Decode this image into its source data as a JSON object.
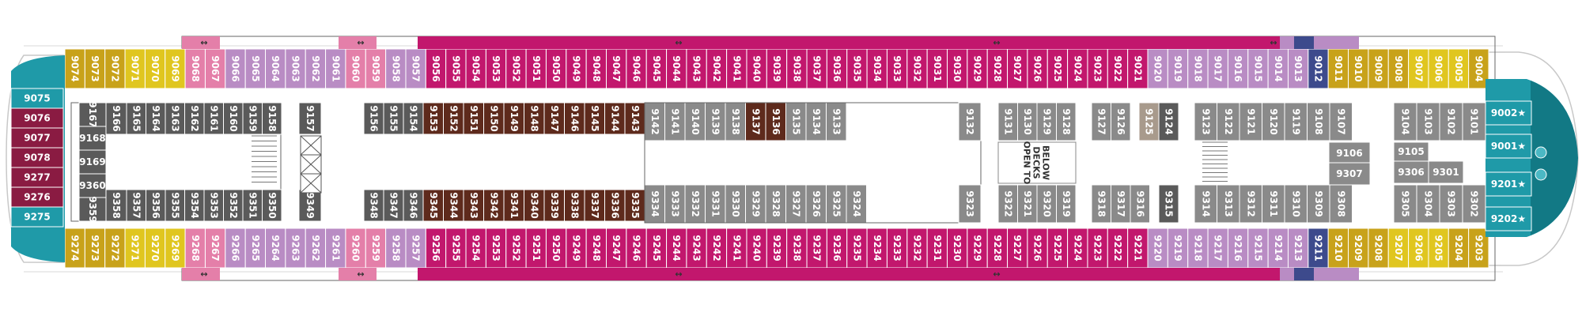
{
  "colors": {
    "magenta": "#c2176d",
    "lavender": "#b98cc4",
    "pink": "#e47fa9",
    "gold": "#c8a21a",
    "yellow": "#e0c61f",
    "navy": "#3d4a8c",
    "teal": "#1f9aa8",
    "darkteal": "#127985",
    "maroon": "#8a1b42",
    "gray": "#8a8a8a",
    "darkgray": "#5a5a5a",
    "brown": "#5e2a1c"
  },
  "labels": {
    "open_to_decks_below": [
      "OPEN TO",
      "DECKS",
      "BELOW"
    ]
  },
  "top_row": [
    [
      "9074",
      "gold"
    ],
    [
      "9073",
      "gold"
    ],
    [
      "9072",
      "gold"
    ],
    [
      "9071",
      "yellow"
    ],
    [
      "9070",
      "yellow"
    ],
    [
      "9069",
      "yellow"
    ],
    [
      "9068",
      "pink"
    ],
    [
      "9067",
      "pink"
    ],
    [
      "9066",
      "lavender"
    ],
    [
      "9065",
      "lavender"
    ],
    [
      "9064",
      "lavender"
    ],
    [
      "9063",
      "lavender"
    ],
    [
      "9062",
      "lavender"
    ],
    [
      "9061",
      "lavender"
    ],
    [
      "9060",
      "pink"
    ],
    [
      "9059",
      "pink"
    ],
    [
      "9058",
      "lavender"
    ],
    [
      "9057",
      "lavender"
    ],
    [
      "9056",
      "magenta"
    ],
    [
      "9055",
      "magenta"
    ],
    [
      "9054",
      "magenta"
    ],
    [
      "9053",
      "magenta"
    ],
    [
      "9052",
      "magenta"
    ],
    [
      "9051",
      "magenta"
    ],
    [
      "9050",
      "magenta"
    ],
    [
      "9049",
      "magenta"
    ],
    [
      "9048",
      "magenta"
    ],
    [
      "9047",
      "magenta"
    ],
    [
      "9046",
      "magenta"
    ],
    [
      "9045",
      "magenta"
    ],
    [
      "9044",
      "magenta"
    ],
    [
      "9043",
      "magenta"
    ],
    [
      "9042",
      "magenta"
    ],
    [
      "9041",
      "magenta"
    ],
    [
      "9040",
      "magenta"
    ],
    [
      "9039",
      "magenta"
    ],
    [
      "9038",
      "magenta"
    ],
    [
      "9037",
      "magenta"
    ],
    [
      "9036",
      "magenta"
    ],
    [
      "9035",
      "magenta"
    ],
    [
      "9034",
      "magenta"
    ],
    [
      "9033",
      "magenta"
    ],
    [
      "9032",
      "magenta"
    ],
    [
      "9031",
      "magenta"
    ],
    [
      "9030",
      "magenta"
    ],
    [
      "9029",
      "magenta"
    ],
    [
      "9028",
      "magenta"
    ],
    [
      "9027",
      "magenta"
    ],
    [
      "9026",
      "magenta"
    ],
    [
      "9025",
      "magenta"
    ],
    [
      "9024",
      "magenta"
    ],
    [
      "9023",
      "magenta"
    ],
    [
      "9022",
      "magenta"
    ],
    [
      "9021",
      "magenta"
    ],
    [
      "9020",
      "lavender"
    ],
    [
      "9019",
      "lavender"
    ],
    [
      "9018",
      "lavender"
    ],
    [
      "9017",
      "lavender"
    ],
    [
      "9016",
      "lavender"
    ],
    [
      "9015",
      "lavender"
    ],
    [
      "9014",
      "lavender"
    ],
    [
      "9013",
      "lavender"
    ],
    [
      "9012",
      "navy"
    ],
    [
      "9011",
      "gold"
    ],
    [
      "9010",
      "gold"
    ],
    [
      "9009",
      "gold"
    ],
    [
      "9008",
      "gold"
    ],
    [
      "9007",
      "yellow"
    ],
    [
      "9006",
      "yellow"
    ],
    [
      "9005",
      "yellow"
    ],
    [
      "9004",
      "gold"
    ]
  ],
  "bottom_row": [
    [
      "9274",
      "gold"
    ],
    [
      "9273",
      "gold"
    ],
    [
      "9272",
      "gold"
    ],
    [
      "9271",
      "yellow"
    ],
    [
      "9270",
      "yellow"
    ],
    [
      "9269",
      "yellow"
    ],
    [
      "9268",
      "pink"
    ],
    [
      "9267",
      "pink"
    ],
    [
      "9266",
      "lavender"
    ],
    [
      "9265",
      "lavender"
    ],
    [
      "9264",
      "lavender"
    ],
    [
      "9263",
      "lavender"
    ],
    [
      "9262",
      "lavender"
    ],
    [
      "9261",
      "lavender"
    ],
    [
      "9260",
      "pink"
    ],
    [
      "9259",
      "pink"
    ],
    [
      "9258",
      "lavender"
    ],
    [
      "9257",
      "lavender"
    ],
    [
      "9256",
      "magenta"
    ],
    [
      "9255",
      "magenta"
    ],
    [
      "9254",
      "magenta"
    ],
    [
      "9253",
      "magenta"
    ],
    [
      "9252",
      "magenta"
    ],
    [
      "9251",
      "magenta"
    ],
    [
      "9250",
      "magenta"
    ],
    [
      "9249",
      "magenta"
    ],
    [
      "9248",
      "magenta"
    ],
    [
      "9247",
      "magenta"
    ],
    [
      "9246",
      "magenta"
    ],
    [
      "9245",
      "magenta"
    ],
    [
      "9244",
      "magenta"
    ],
    [
      "9243",
      "magenta"
    ],
    [
      "9242",
      "magenta"
    ],
    [
      "9241",
      "magenta"
    ],
    [
      "9240",
      "magenta"
    ],
    [
      "9239",
      "magenta"
    ],
    [
      "9238",
      "magenta"
    ],
    [
      "9237",
      "magenta"
    ],
    [
      "9236",
      "magenta"
    ],
    [
      "9235",
      "magenta"
    ],
    [
      "9234",
      "magenta"
    ],
    [
      "9233",
      "magenta"
    ],
    [
      "9232",
      "magenta"
    ],
    [
      "9231",
      "magenta"
    ],
    [
      "9230",
      "magenta"
    ],
    [
      "9229",
      "magenta"
    ],
    [
      "9228",
      "magenta"
    ],
    [
      "9227",
      "magenta"
    ],
    [
      "9226",
      "magenta"
    ],
    [
      "9225",
      "magenta"
    ],
    [
      "9224",
      "magenta"
    ],
    [
      "9223",
      "magenta"
    ],
    [
      "9222",
      "magenta"
    ],
    [
      "9221",
      "magenta"
    ],
    [
      "9220",
      "lavender"
    ],
    [
      "9219",
      "lavender"
    ],
    [
      "9218",
      "lavender"
    ],
    [
      "9217",
      "lavender"
    ],
    [
      "9216",
      "lavender"
    ],
    [
      "9215",
      "lavender"
    ],
    [
      "9214",
      "lavender"
    ],
    [
      "9213",
      "lavender"
    ],
    [
      "9211",
      "navy"
    ],
    [
      "9210",
      "gold"
    ],
    [
      "9209",
      "gold"
    ],
    [
      "9208",
      "gold"
    ],
    [
      "9207",
      "yellow"
    ],
    [
      "9206",
      "yellow"
    ],
    [
      "9205",
      "yellow"
    ],
    [
      "9204",
      "gold"
    ],
    [
      "9203",
      "gold"
    ]
  ],
  "aft_suites": [
    [
      "9075",
      "teal"
    ],
    [
      "9076",
      "maroon"
    ],
    [
      "9077",
      "maroon"
    ],
    [
      "9078",
      "maroon"
    ],
    [
      "9277",
      "maroon"
    ],
    [
      "9276",
      "maroon"
    ],
    [
      "9275",
      "teal"
    ]
  ],
  "forward_suites": [
    "9002★",
    "9001★",
    "9201★",
    "9202★"
  ],
  "inner_upper_dark": [
    "9165",
    "9164",
    "9163",
    "9162",
    "9161",
    "9160",
    "9159",
    "9158"
  ],
  "inner_lower_dark": [
    "9357",
    "9356",
    "9355",
    "9354",
    "9353",
    "9352",
    "9351",
    "9350"
  ],
  "inner_aft_col": [
    "9167",
    "9168",
    "9169",
    "9360",
    "9359"
  ],
  "inner_aft_col2": [
    "9166",
    "",
    "",
    "9358"
  ],
  "inner_mid_upper_dark": [
    "9157",
    "9156",
    "9155",
    "9154"
  ],
  "inner_mid_lower_dark": [
    "9349",
    "9348",
    "9347",
    "9346"
  ],
  "inner_upper_brown": [
    "9153",
    "9152",
    "9151",
    "9150",
    "9149",
    "9148",
    "9147",
    "9146",
    "9145",
    "9144",
    "9143"
  ],
  "inner_lower_brown": [
    "9345",
    "9344",
    "9343",
    "9342",
    "9341",
    "9340",
    "9339",
    "9338",
    "9337",
    "9336",
    "9335"
  ],
  "inner_upper_gray": [
    [
      "9142",
      "gray"
    ],
    [
      "9141",
      "gray"
    ],
    [
      "9140",
      "gray"
    ],
    [
      "9139",
      "gray"
    ],
    [
      "9138",
      "gray"
    ],
    [
      "9137",
      "brown"
    ],
    [
      "9136",
      "brown"
    ],
    [
      "9135",
      "gray"
    ],
    [
      "9134",
      "gray"
    ],
    [
      "9133",
      "gray"
    ]
  ],
  "inner_lower_gray": [
    [
      "9334",
      "gray"
    ],
    [
      "9333",
      "gray"
    ],
    [
      "9332",
      "gray"
    ],
    [
      "9331",
      "gray"
    ],
    [
      "9330",
      "gray"
    ],
    [
      "9329",
      "gray"
    ],
    [
      "9328",
      "gray"
    ],
    [
      "9327",
      "gray"
    ],
    [
      "9326",
      "gray"
    ],
    [
      "9325",
      "gray"
    ],
    [
      "9324",
      "gray"
    ]
  ],
  "inner_single": [
    "9132",
    "9323"
  ],
  "inner_fwd_upper": [
    "9131",
    "9130",
    "9129",
    "9128"
  ],
  "inner_fwd_lower": [
    "9322",
    "9321",
    "9320",
    "9319"
  ],
  "inner_fwd2_upper": [
    "9127",
    "9126",
    "9124"
  ],
  "inner_fwd2_lower": [
    "9318",
    "9317",
    "9316",
    "9315"
  ],
  "inner_fwd3_upper": [
    "9123",
    "9122",
    "9121",
    "9120",
    "9119",
    "9108",
    "9107"
  ],
  "inner_fwd3_lower": [
    "9314",
    "9313",
    "9312",
    "9311",
    "9310",
    "9309",
    "9308"
  ],
  "inner_fwd3_mid": [
    "9106",
    "9307"
  ],
  "inner_fwd4_upper": [
    "9104",
    "9103",
    "9102",
    "9101"
  ],
  "inner_fwd4_lower": [
    "9305",
    "9304",
    "9303",
    "9302"
  ],
  "inner_fwd4_mid": [
    "9105",
    "9306",
    "9301"
  ]
}
